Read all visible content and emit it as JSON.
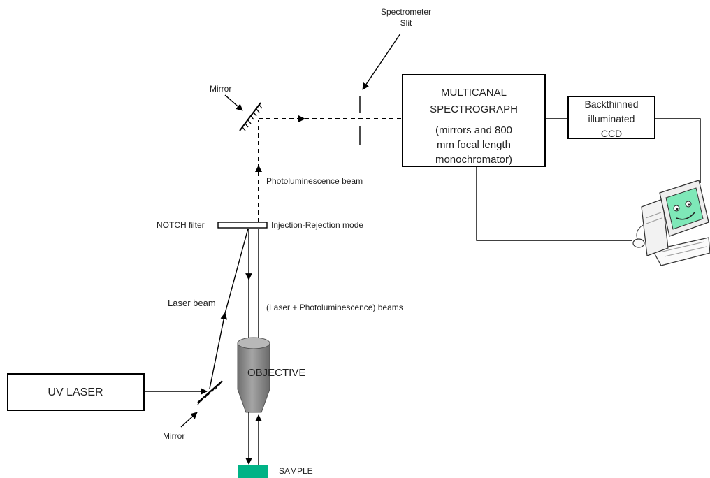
{
  "labels": {
    "spectrometer_slit_line1": "Spectrometer",
    "spectrometer_slit_line2": "Slit",
    "mirror_top": "Mirror",
    "mirror_bottom": "Mirror",
    "photoluminescence_beam": "Photoluminescence beam",
    "notch_filter": "NOTCH filter",
    "injection_rejection": "Injection-Rejection mode",
    "laser_beam": "Laser beam",
    "laser_pl_beams": "(Laser +  Photoluminescence) beams",
    "objective": "OBJECTIVE",
    "sample": "SAMPLE"
  },
  "boxes": {
    "uv_laser": "UV LASER",
    "spectrograph": [
      "MULTICANAL",
      "SPECTROGRAPH",
      "(mirrors and 800",
      "mm focal length",
      "monochromator)"
    ],
    "ccd": [
      "Backthinned",
      "illuminated",
      "CCD"
    ]
  },
  "colors": {
    "objective_fill": "#8c8c8c",
    "sample_fill": "#00b386",
    "monitor_face": "#7ee8b8"
  },
  "icons": {
    "computer": "cartoon-computer-icon"
  }
}
